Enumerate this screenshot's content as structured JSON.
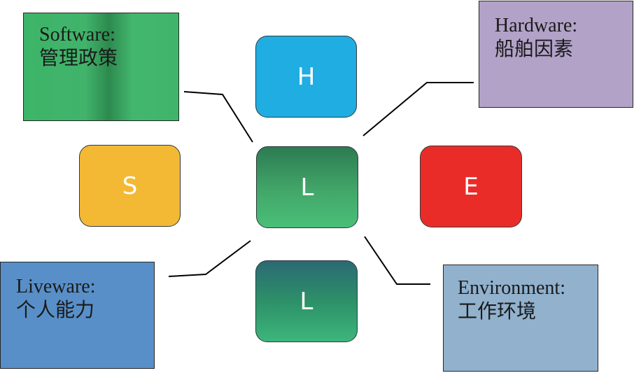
{
  "tiles": {
    "h": "H",
    "s": "S",
    "l_center": "L",
    "e": "E",
    "l_bottom": "L"
  },
  "boxes": {
    "software": {
      "title": "Software:",
      "subtitle": "管理政策"
    },
    "hardware": {
      "title": "Hardware:",
      "subtitle": "船舶因素"
    },
    "liveware": {
      "title": "Liveware:",
      "subtitle": "个人能力"
    },
    "environment": {
      "title": "Environment:",
      "subtitle": "工作环境"
    }
  },
  "colors": {
    "h": "#20ade2",
    "s": "#f3b935",
    "l_center": "#42a769",
    "e": "#ea2c29",
    "l_bottom": "#2d9068",
    "software_box": "#3fb56a",
    "hardware_box": "#b2a2c8",
    "liveware_box": "#588fc8",
    "environment_box": "#91b1cd",
    "connector": "#000000"
  }
}
